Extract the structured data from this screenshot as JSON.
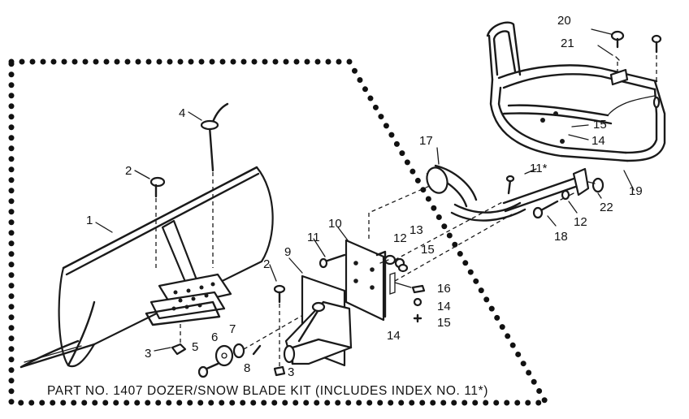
{
  "caption": "PART NO. 1407 DOZER/SNOW BLADE KIT (INCLUDES INDEX NO. 11*)",
  "callouts": {
    "n1": "1",
    "n2a": "2",
    "n2b": "2",
    "n3a": "3",
    "n3b": "3",
    "n4": "4",
    "n5": "5",
    "n6": "6",
    "n7": "7",
    "n8": "8",
    "n9": "9",
    "n10": "10",
    "n11a": "11",
    "n11b": "11*",
    "n12a": "12",
    "n12b": "12",
    "n13": "13",
    "n14a": "14",
    "n14b": "14",
    "n14c": "14",
    "n15a": "15",
    "n15b": "15",
    "n15c": "15",
    "n16": "16",
    "n17": "17",
    "n18": "18",
    "n19": "19",
    "n20": "20",
    "n21": "21",
    "n22": "22"
  }
}
